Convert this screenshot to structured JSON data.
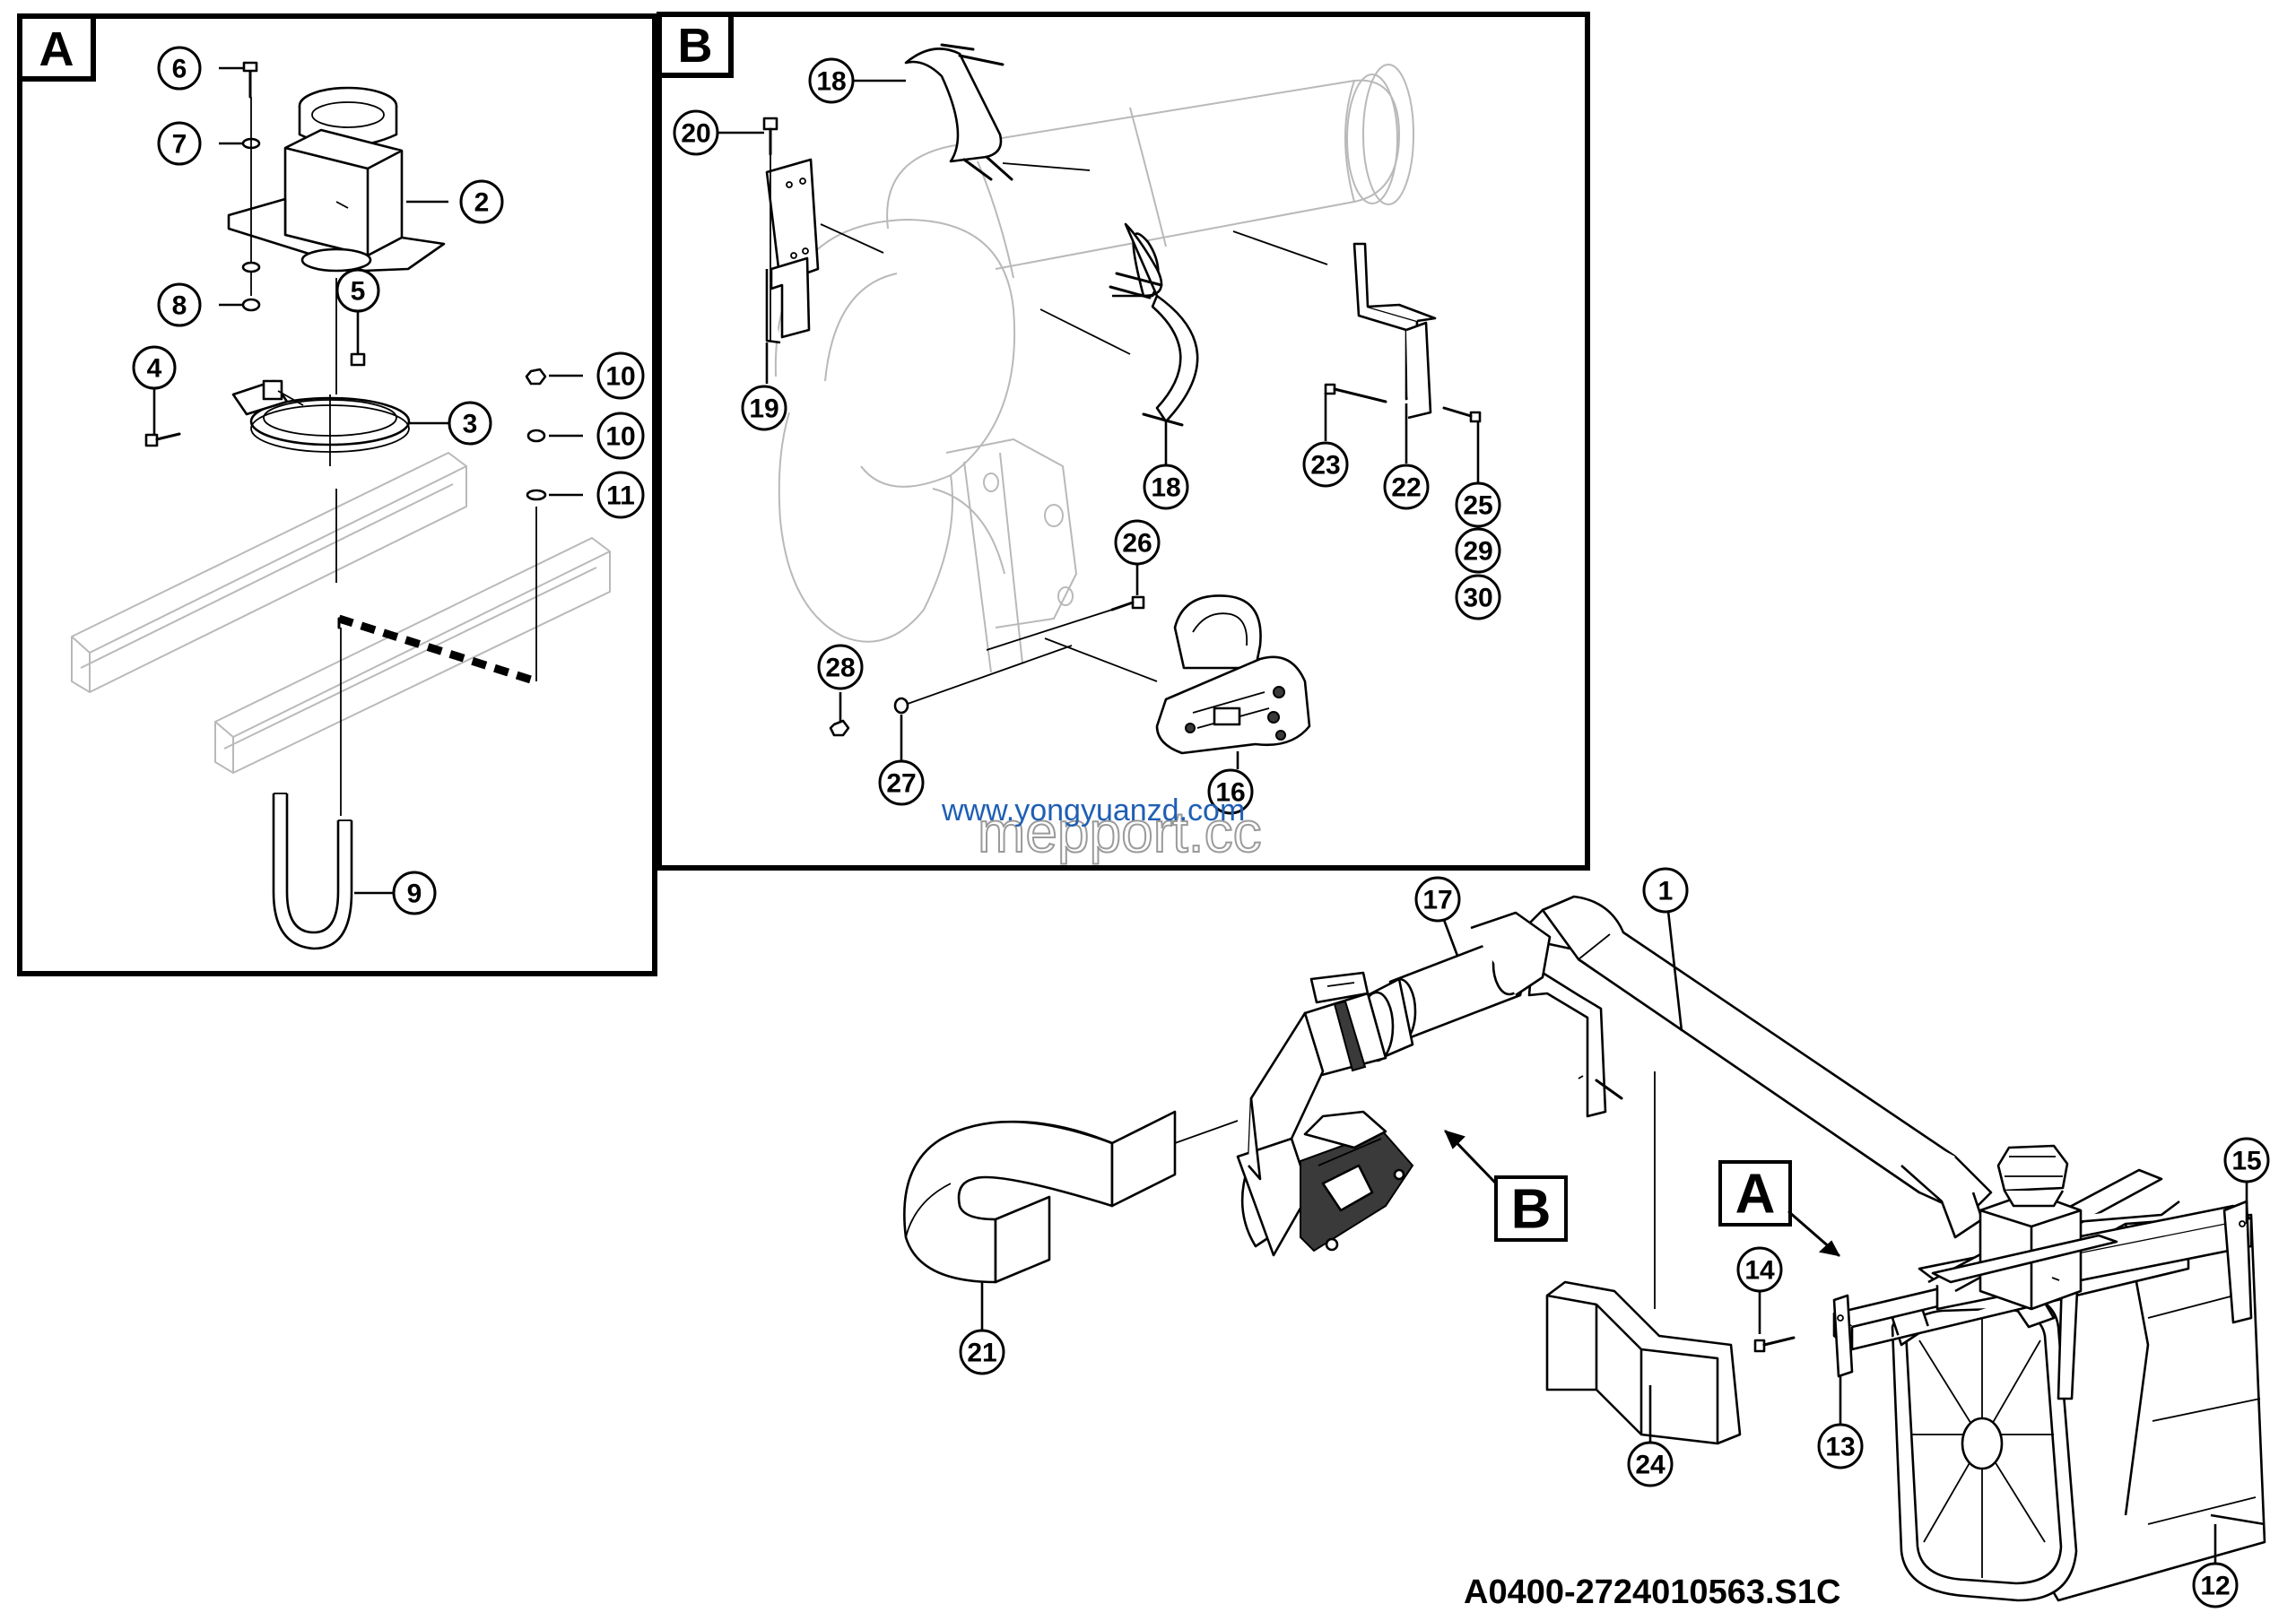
{
  "panels": {
    "a": {
      "letter": "A"
    },
    "b": {
      "letter": "B"
    }
  },
  "view_markers": {
    "a": "A",
    "b": "B"
  },
  "callouts": {
    "c1": "1",
    "c2": "2",
    "c3": "3",
    "c4": "4",
    "c5": "5",
    "c6": "6",
    "c7": "7",
    "c8": "8",
    "c9": "9",
    "c10a": "10",
    "c10b": "10",
    "c11": "11",
    "c12": "12",
    "c13": "13",
    "c14": "14",
    "c15": "15",
    "c16": "16",
    "c17": "17",
    "c18a": "18",
    "c18b": "18",
    "c19": "19",
    "c20": "20",
    "c21": "21",
    "c22": "22",
    "c23": "23",
    "c24": "24",
    "c25": "25",
    "c26": "26",
    "c27": "27",
    "c28": "28",
    "c29": "29",
    "c30": "30"
  },
  "watermark": {
    "url": "www.yongyuanzd.com",
    "logo": "mepport.cc"
  },
  "drawing_code": "A0400-2724010563.S1C",
  "colors": {
    "line": "#000000",
    "ghost": "#b9b9b9",
    "watermark_url": "#1f5fb4"
  }
}
